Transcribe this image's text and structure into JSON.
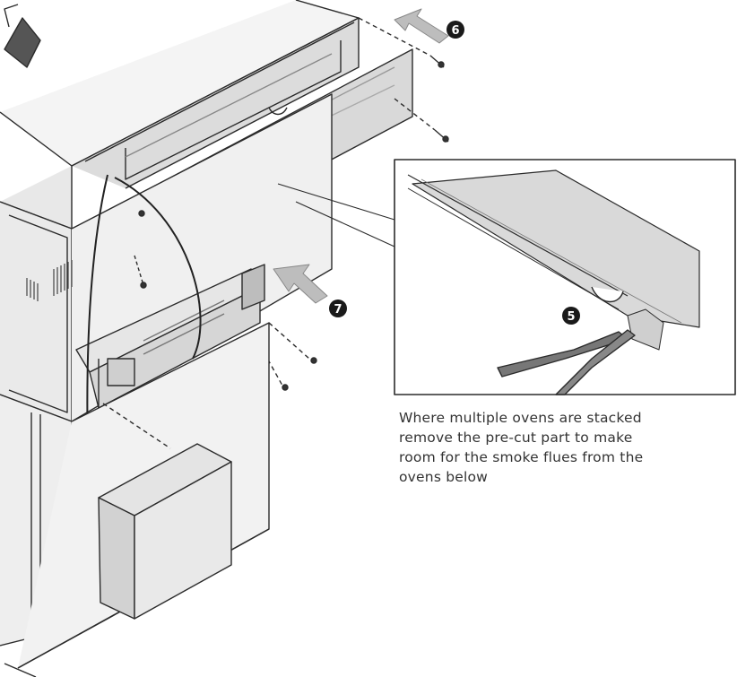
{
  "steps": {
    "six": "6",
    "seven": "7",
    "detail": "5"
  },
  "caption": {
    "line1": "Where multiple ovens are stacked",
    "line2": "remove the pre-cut part to make",
    "line3": "room for the smoke flues from the",
    "line4": "ovens below"
  },
  "colors": {
    "line": "#2b2b2b",
    "panel_gray": "#d9d9d9",
    "panel_light": "#ededed",
    "panel_dark": "#c4c4c4",
    "badge": "#1a1a1a",
    "arrow": "#bdbdbd"
  }
}
